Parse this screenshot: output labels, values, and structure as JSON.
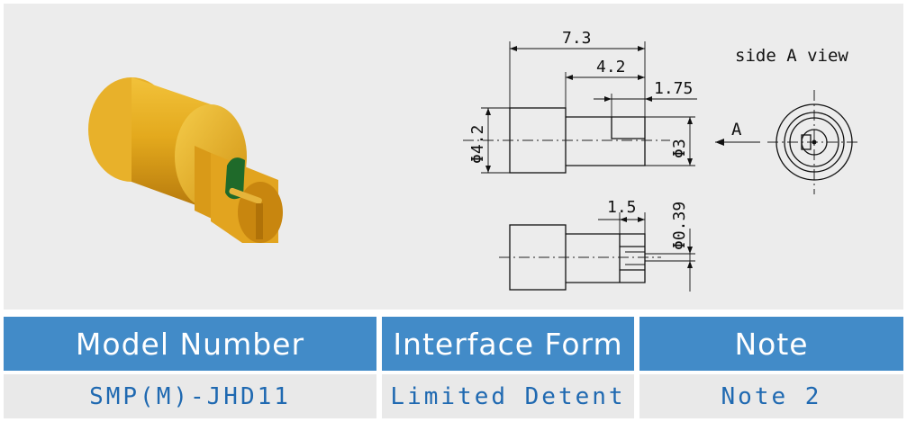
{
  "drawing": {
    "dim_total_length": "7.3",
    "dim_mate_length": "4.2",
    "dim_slot": "1.75",
    "dim_body_dia": "Φ4.2",
    "dim_mate_dia": "Φ3",
    "dim_tip": "1.5",
    "dim_pin_dia": "Φ0.39",
    "view_arrow_label": "A",
    "side_view_title": "side A view"
  },
  "table": {
    "headers": [
      "Model Number",
      "Interface Form",
      "Note"
    ],
    "row": [
      "SMP(M)-JHD11",
      "Limited Detent",
      "Note 2"
    ]
  },
  "colors": {
    "header_bg": "#428bc8",
    "cell_text": "#1f69b1",
    "connector_gold": "#d9a21c"
  }
}
